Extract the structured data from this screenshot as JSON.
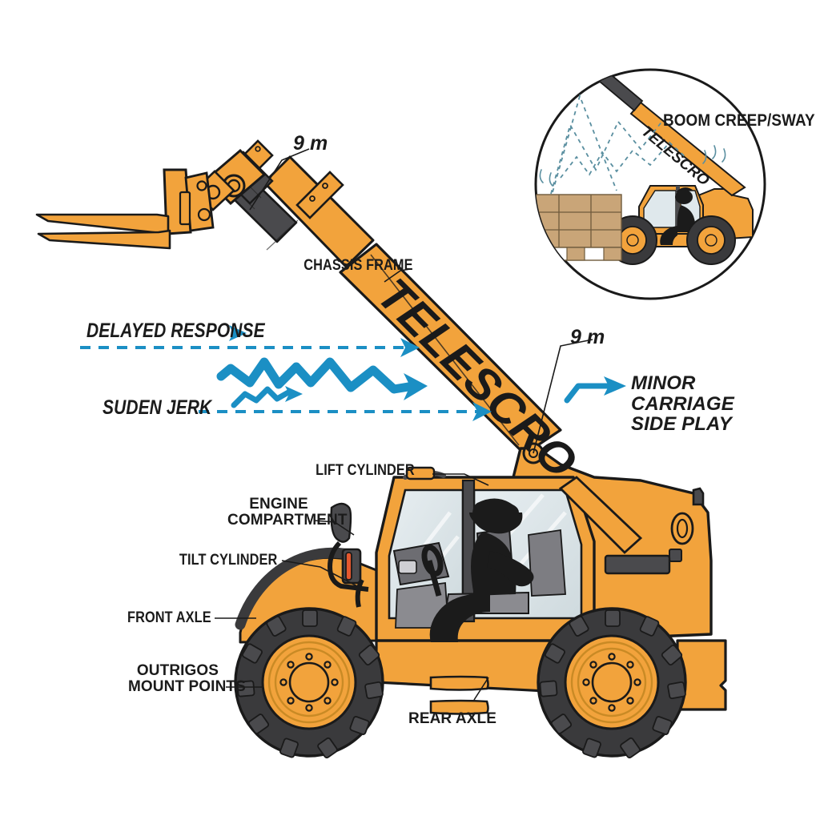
{
  "diagram": {
    "subject": "telescopic-handler-telehandler-side-view",
    "machine_boom_text": "TELESCRO",
    "background_color": "#ffffff",
    "colors": {
      "body_orange": "#F2A33C",
      "body_orange_dark": "#E08A20",
      "outline_black": "#1a1a1a",
      "tire_dark": "#3a3a3c",
      "accent_blue": "#1B8FC4",
      "glass_blue": "#dfe8ec",
      "pallet_tan": "#C9A578"
    }
  },
  "dimension_labels": [
    {
      "id": "dim-top",
      "text": "9 m"
    },
    {
      "id": "dim-right",
      "text": "9 m"
    }
  ],
  "part_callouts": [
    {
      "id": "chassis-frame",
      "text": "CHASSIS FRAME"
    },
    {
      "id": "lift-cylinder",
      "text": "LIFT CYLINDER"
    },
    {
      "id": "engine-compartment",
      "line1": "ENGINE",
      "line2": "COMPARTMENT"
    },
    {
      "id": "tilt-cylinder",
      "text": "TILT CYLINDER"
    },
    {
      "id": "front-axle",
      "text": "FRONT AXLE"
    },
    {
      "id": "outrigger-mounts",
      "line1": "OUTRIGOS",
      "line2": "MOUNT POINTS"
    },
    {
      "id": "rear-axle",
      "text": "REAR AXLE"
    }
  ],
  "motion_annotations": [
    {
      "id": "delayed-response",
      "text": "DELAYED RESPONSE",
      "style": "dashed-arrow"
    },
    {
      "id": "suden-jerk",
      "text": "SUDEN JERK",
      "style": "zigzag-arrow"
    },
    {
      "id": "minor-carriage-side-play",
      "line1": "MINOR",
      "line2": "CARRIAGE",
      "line3": "SIDE PLAY",
      "style": "solid-arrow"
    }
  ],
  "inset": {
    "id": "boom-creep-inset",
    "title": "BOOM CREEP/SWAY",
    "shape": "circle",
    "contents": "telehandler lifting a wooden pallet with dashed sway oscillation lines"
  }
}
